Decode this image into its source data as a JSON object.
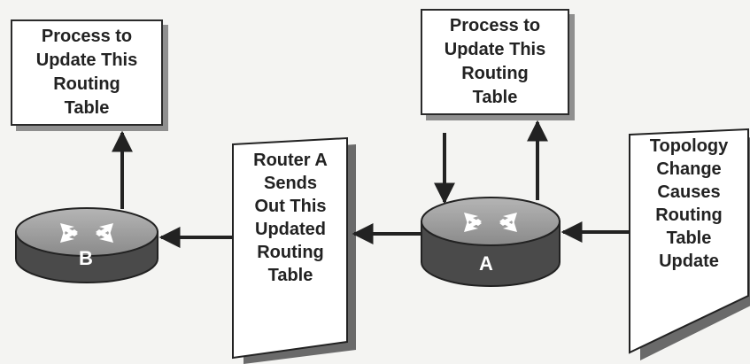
{
  "process_box_left": {
    "text": "Process to\nUpdate This\nRouting\nTable"
  },
  "process_box_right": {
    "text": "Process to\nUpdate This\nRouting\nTable"
  },
  "flag_router_sends": {
    "text": "Router A\nSends\nOut This\nUpdated\nRouting\nTable"
  },
  "flag_topology": {
    "text": "Topology\nChange\nCauses\nRouting\nTable\nUpdate"
  },
  "router_b": {
    "label": "B"
  },
  "router_a": {
    "label": "A"
  },
  "colors": {
    "router_top": "#9a9a9a",
    "router_side": "#4a4a4a",
    "box_shadow": "#8f8f8f",
    "line": "#222222"
  },
  "icons": {
    "router": "router-icon",
    "arrow": "arrow-icon"
  }
}
